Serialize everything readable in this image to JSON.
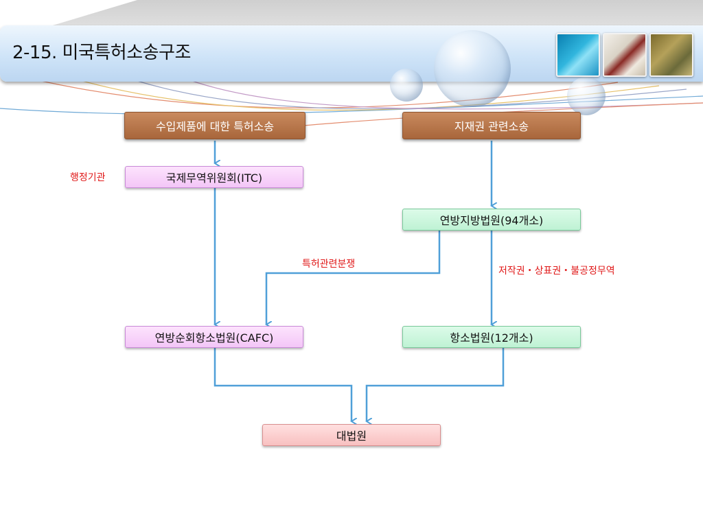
{
  "page": {
    "title": "2-15. 미국특허소송구조"
  },
  "nodes": {
    "import_litigation": "수입제품에 대한 특허소송",
    "ip_litigation": "지재권 관련소송",
    "itc": "국제무역위원회(ITC)",
    "district_court": "연방지방법원(94개소)",
    "cafc": "연방순회항소법원(CAFC)",
    "appeals_court": "항소법원(12개소)",
    "supreme_court": "대법원"
  },
  "labels": {
    "administrative": "행정기관",
    "patent_disputes": "특허관련분쟁",
    "other_disputes": "저작권・상표권・불공정무역"
  },
  "colors": {
    "arrow": "#4f9fd8",
    "note_text": "#e01818",
    "brown_box": "#b06e42",
    "pink_box": "#f3c6f7",
    "green_box": "#bff2d4",
    "red_box": "#f8c0c0"
  }
}
